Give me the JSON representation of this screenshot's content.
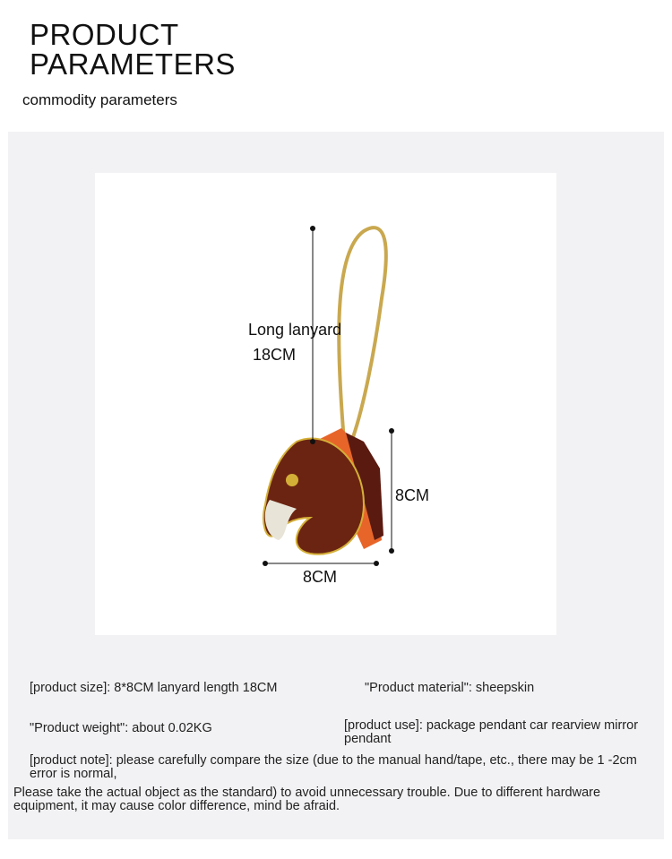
{
  "header": {
    "title_line1": "PRODUCT",
    "title_line2": "PARAMETERS",
    "subtitle": "commodity parameters"
  },
  "photo": {
    "lanyard_label": "Long lanyard",
    "lanyard_length": "18CM",
    "height_label": "8CM",
    "width_label": "8CM"
  },
  "params": {
    "size": "[product size]: 8*8CM lanyard length 18CM",
    "material": "\"Product material\": sheepskin",
    "weight": "\"Product weight\": about 0.02KG",
    "use": "[product use]: package pendant car rearview mirror pendant",
    "note": "[product note]: please carefully compare the size (due to the manual hand/tape, etc., there may be 1 -2cm error is normal,",
    "note2": "Please take the actual object as the standard) to avoid unnecessary trouble. Due to different hardware equipment, it may cause color difference, mind be afraid."
  }
}
